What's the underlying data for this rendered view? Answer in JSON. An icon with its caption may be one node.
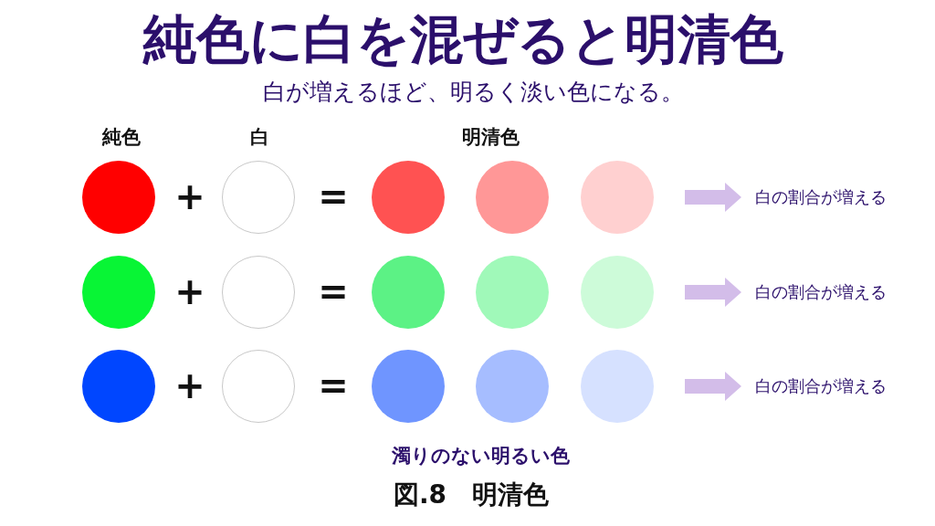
{
  "diagram": {
    "title": "純色に白を混ぜると明清色",
    "caption": "図.8　明清色",
    "nodes": [
      {
        "text": [],
        "shape": "circle"
      },
      {
        "text": [],
        "shape": "circle"
      },
      {
        "text": [],
        "shape": "circle"
      },
      {
        "text": [],
        "shape": "circle"
      },
      {
        "text": [],
        "shape": "circle"
      },
      {
        "text": [],
        "shape": "circle"
      },
      {
        "text": [],
        "shape": "circle"
      },
      {
        "text": [],
        "shape": "circle"
      },
      {
        "text": [],
        "shape": "circle"
      },
      {
        "text": [],
        "shape": "circle"
      },
      {
        "text": [],
        "shape": "circle"
      },
      {
        "text": [],
        "shape": "circle"
      },
      {
        "text": [],
        "shape": "circle"
      },
      {
        "text": [],
        "shape": "circle"
      },
      {
        "text": [],
        "shape": "circle"
      }
    ],
    "labels": [
      "白が増えるほど、明るく淡い色になる。",
      "純色",
      "白",
      "明清色",
      "+",
      "=",
      "白の割合が増える",
      "+",
      "=",
      "白の割合が増える",
      "+",
      "=",
      "白の割合が増える",
      "濁りのない明るい色"
    ]
  }
}
